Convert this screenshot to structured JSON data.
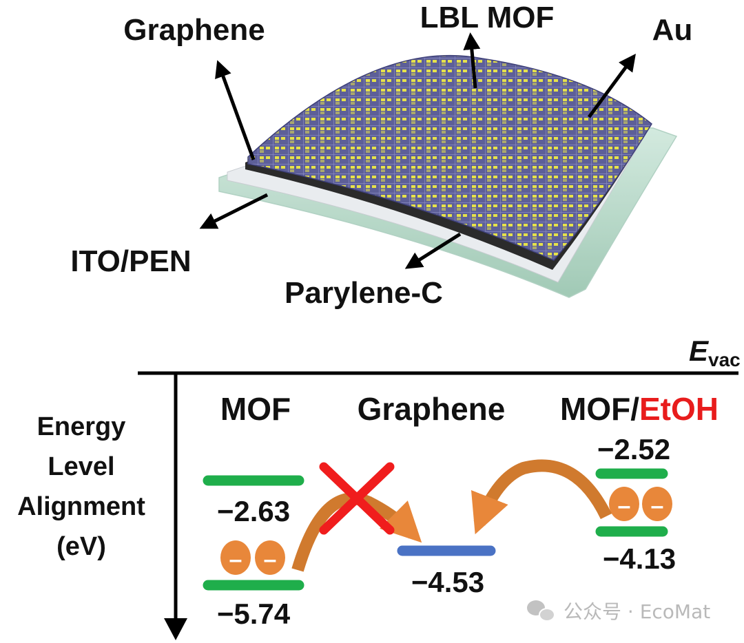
{
  "top_labels": {
    "graphene": "Graphene",
    "lbl_mof": "LBL MOF",
    "au": "Au",
    "ito_pen": "ITO/PEN",
    "parylene_c": "Parylene-C"
  },
  "energy_diagram": {
    "vacuum_level": {
      "symbol": "E",
      "subscript": "vac"
    },
    "axis_label": [
      "Energy",
      "Level",
      "Alignment",
      "(eV)"
    ],
    "columns": {
      "mof": "MOF",
      "graphene": "Graphene",
      "mof_etoh_prefix": "MOF/",
      "mof_etoh_suffix": "EtOH"
    },
    "levels": {
      "mof_upper": "−2.63",
      "mof_lower": "−5.74",
      "graphene": "−4.53",
      "mof_etoh_upper": "−2.52",
      "mof_etoh_lower": "−4.13"
    },
    "electron_sign": "–",
    "colors": {
      "band": "#1fae4b",
      "graphene_band": "#4a72c4",
      "electron": "#e8873a",
      "arrow": "#d07a2e",
      "cross": "#f01d1d",
      "etoh": "#e81c1c"
    }
  },
  "watermark": {
    "text": "公众号 · EcoMat"
  }
}
